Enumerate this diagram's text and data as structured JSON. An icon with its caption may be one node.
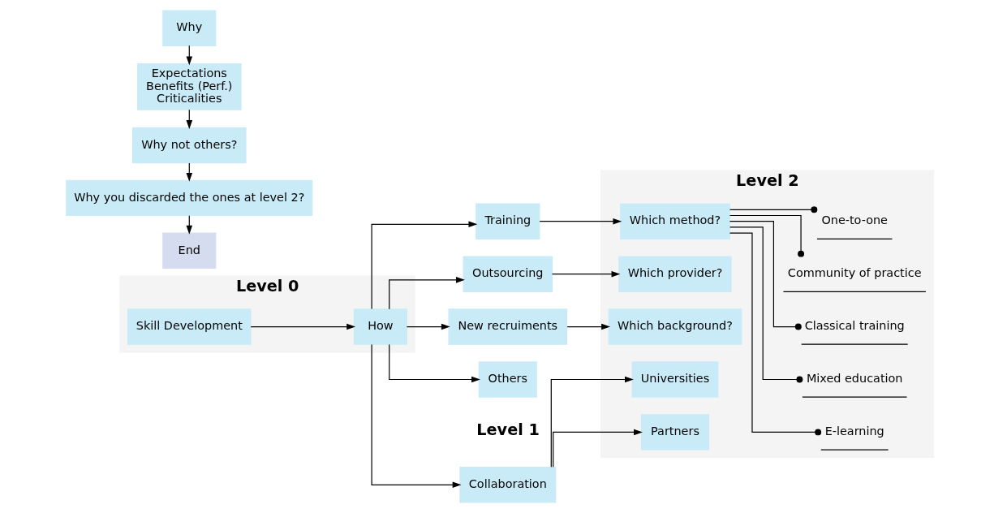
{
  "diagram": {
    "nodes": [
      {
        "text": [
          "Level 0"
        ]
      },
      {
        "text": [
          "Skill Development"
        ],
        "in": 0
      },
      {
        "text": [
          "How"
        ],
        "in": 0
      },
      {
        "text": [
          "Collaboration"
        ]
      },
      {
        "text": [
          "Training"
        ]
      },
      {
        "text": [
          "Outsourcing"
        ]
      },
      {
        "text": [
          "New recruiments"
        ]
      },
      {
        "text": [
          "Others"
        ]
      },
      {
        "text": [
          "Level 2"
        ]
      },
      {
        "text": [
          "Universities"
        ],
        "in": 8
      },
      {
        "text": [
          "Partners"
        ],
        "in": 8
      },
      {
        "text": [
          "Which method?"
        ],
        "in": 8
      },
      {
        "text": [
          "E-learning"
        ],
        "in": 8
      },
      {
        "text": [
          "Mixed education"
        ],
        "in": 8
      },
      {
        "text": [
          "Classical training"
        ],
        "in": 8
      },
      {
        "text": [
          "Community of practice"
        ],
        "in": 8
      },
      {
        "text": [
          "One-to-one"
        ],
        "in": 8
      },
      {
        "text": [
          "Which provider?"
        ],
        "in": 8
      },
      {
        "text": [
          "Which background?"
        ],
        "in": 8
      },
      {
        "text": [
          "Why"
        ]
      },
      {
        "text": [
          "Expectations",
          "Benefits (Perf.)",
          "Criticalities"
        ]
      },
      {
        "text": [
          "Why not others?"
        ]
      },
      {
        "text": [
          "Why you discarded the ones at level 2?"
        ]
      },
      {
        "text": [
          "End"
        ]
      }
    ],
    "edges": [
      {
        "from": 1,
        "to": 2,
        "arrow": "to"
      },
      {
        "from": 2,
        "to": 3,
        "arrow": "to"
      },
      {
        "from": 2,
        "to": 4,
        "arrow": "to"
      },
      {
        "from": 2,
        "to": 5,
        "arrow": "to"
      },
      {
        "from": 2,
        "to": 6,
        "arrow": "to"
      },
      {
        "from": 2,
        "to": 7,
        "arrow": "to"
      },
      {
        "from": 3,
        "to": 9,
        "arrow": "to"
      },
      {
        "from": 3,
        "to": 10,
        "arrow": "to"
      },
      {
        "from": 4,
        "to": 11,
        "arrow": "to"
      },
      {
        "from": 11,
        "to": 12,
        "arrow": "other"
      },
      {
        "from": 11,
        "to": 13,
        "arrow": "other"
      },
      {
        "from": 11,
        "to": 14,
        "arrow": "other"
      },
      {
        "from": 11,
        "to": 15,
        "arrow": "other"
      },
      {
        "from": 11,
        "to": 16,
        "arrow": "other"
      },
      {
        "from": 5,
        "to": 17,
        "arrow": "to"
      },
      {
        "from": 6,
        "to": 18,
        "arrow": "to"
      },
      {
        "from": 19,
        "to": 20,
        "arrow": "to"
      },
      {
        "from": 20,
        "to": 21,
        "arrow": "to"
      },
      {
        "from": 21,
        "to": 22,
        "arrow": "to"
      },
      {
        "from": 22,
        "to": 23,
        "arrow": "to"
      }
    ],
    "labels": [
      "Level 1"
    ]
  }
}
